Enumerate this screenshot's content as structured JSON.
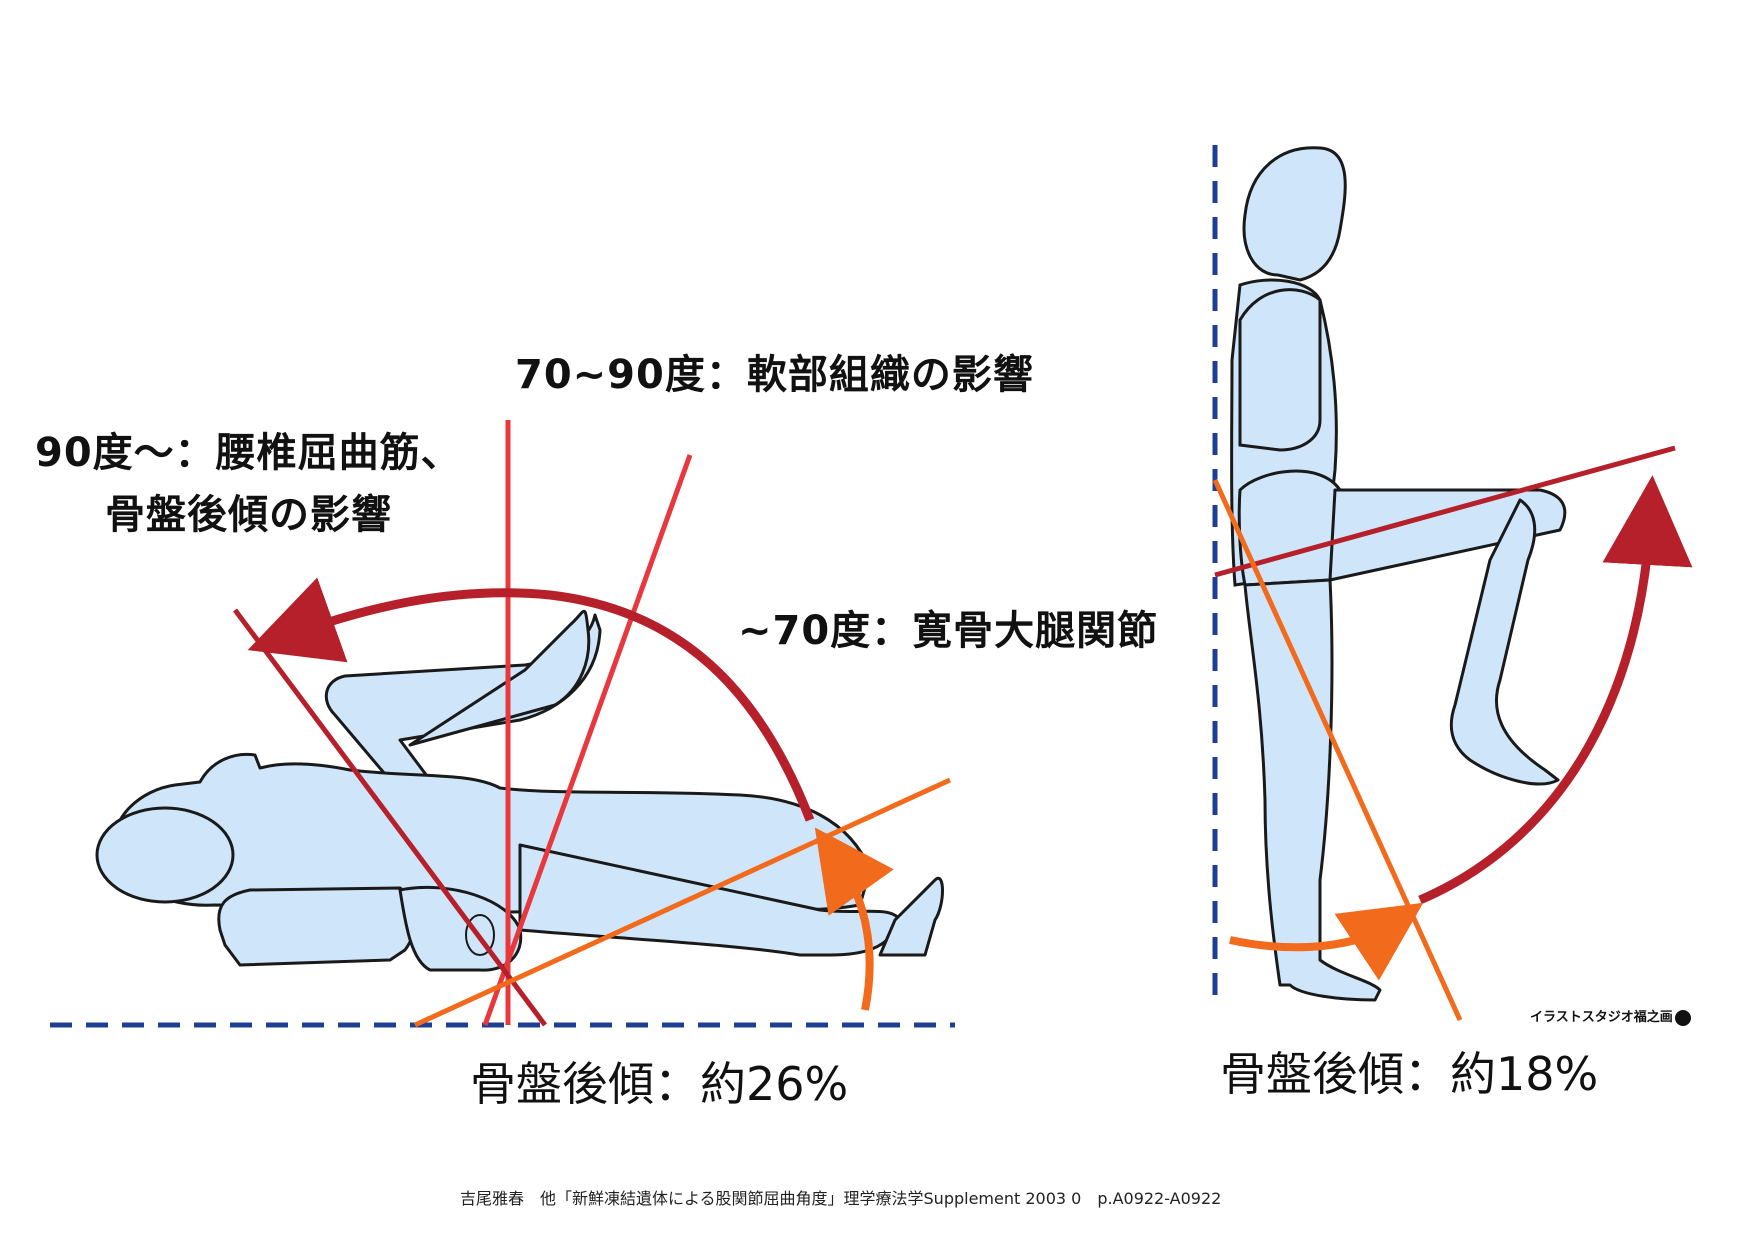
{
  "labels": {
    "soft_tissue": "70~90度：軟部組織の影響",
    "lumbar_line1": "90度〜：腰椎屈曲筋、",
    "lumbar_line2": "骨盤後傾の影響",
    "hip_joint": "~70度：寛骨大腿関節",
    "supine_result": "骨盤後傾：約26%",
    "standing_result": "骨盤後傾：約18%",
    "citation": "吉尾雅春　他「新鮮凍結遺体による股関節屈曲角度」理学療法学Supplement 2003 0　p.A0922-A0922",
    "credit": "イラストスタジオ福之画"
  },
  "colors": {
    "body_fill": "#cfe6fa",
    "outline": "#1a1a1a",
    "red_line": "#e8383d",
    "dark_red": "#b5202a",
    "orange": "#f26a1b",
    "navy_dashed": "#1c3f94"
  },
  "icons": [
    "supine-figure",
    "standing-figure",
    "rotation-arrow",
    "baseline-dashed"
  ]
}
